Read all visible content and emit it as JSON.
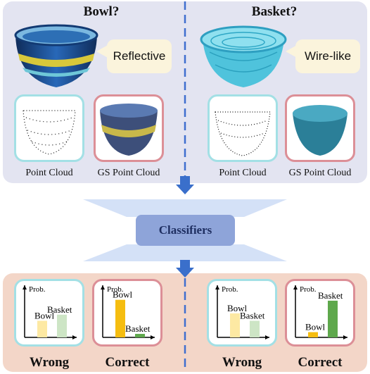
{
  "top": {
    "left_title": "Bowl?",
    "right_title": "Basket?",
    "left_bubble": "Reflective",
    "right_bubble": "Wire-like",
    "captions": [
      "Point Cloud",
      "GS Point Cloud",
      "Point Cloud",
      "GS Point Cloud"
    ]
  },
  "classifier_label": "Classifiers",
  "bottom": {
    "charts": [
      {
        "ylabel": "Prob.",
        "bars": [
          {
            "label": "Bowl",
            "value": 0.38,
            "color": "#fde9a3"
          },
          {
            "label": "Basket",
            "value": 0.52,
            "color": "#cde5c5"
          }
        ],
        "verdict": "Wrong"
      },
      {
        "ylabel": "Prob.",
        "bars": [
          {
            "label": "Bowl",
            "value": 0.86,
            "color": "#f5bd10"
          },
          {
            "label": "Basket",
            "value": 0.08,
            "color": "#5ea84c"
          }
        ],
        "verdict": "Correct"
      },
      {
        "ylabel": "Prob.",
        "bars": [
          {
            "label": "Bowl",
            "value": 0.55,
            "color": "#fde9a3"
          },
          {
            "label": "Basket",
            "value": 0.38,
            "color": "#cde5c5"
          }
        ],
        "verdict": "Wrong"
      },
      {
        "ylabel": "Prob.",
        "bars": [
          {
            "label": "Bowl",
            "value": 0.12,
            "color": "#f5bd10"
          },
          {
            "label": "Basket",
            "value": 0.84,
            "color": "#5ea84c"
          }
        ],
        "verdict": "Correct"
      }
    ]
  },
  "colors": {
    "divider": "#3f6fcf",
    "arrow": "#3a6fcb",
    "funnel": "#d4e1f7"
  }
}
